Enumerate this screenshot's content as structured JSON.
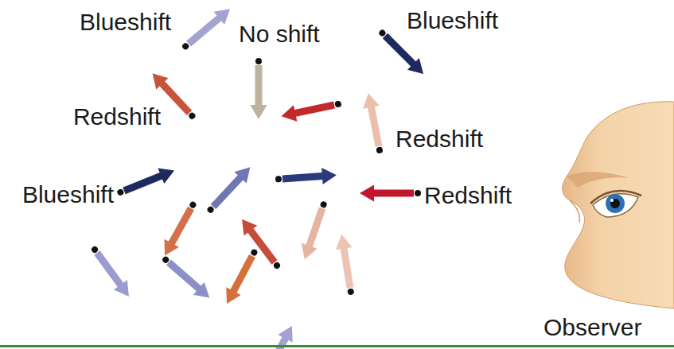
{
  "diagram": {
    "labels": [
      "Blueshift",
      "No shift",
      "Blueshift",
      "Redshift",
      "Redshift",
      "Blueshift",
      "Redshift",
      "Observer"
    ]
  }
}
